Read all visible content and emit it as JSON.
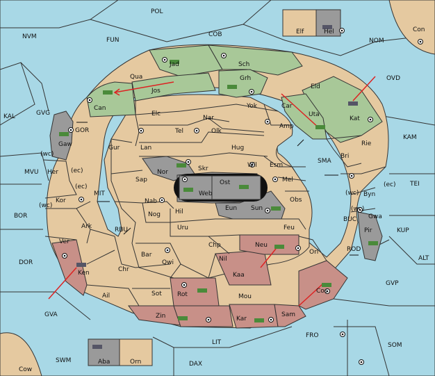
{
  "map": {
    "sea_regions": [
      "POL",
      "NVM",
      "FUN",
      "COB",
      "NOM",
      "Con",
      "OVD",
      "KAL",
      "GVG",
      "GOR",
      "MVU",
      "MIT",
      "BOR",
      "RBU",
      "DOR",
      "KAM",
      "SMA",
      "TEI",
      "BUC",
      "KUP",
      "ROD",
      "ALT",
      "GVP",
      "GVA",
      "SOM",
      "FRO",
      "LIT",
      "SWM",
      "DAX",
      "Cow"
    ],
    "land_regions": [
      "Elf",
      "Hel",
      "Jad",
      "Sch",
      "Qua",
      "Jos",
      "Grh",
      "Can",
      "Eld",
      "Car",
      "Yok",
      "Uta",
      "Elc",
      "Nar",
      "Tel",
      "Olk",
      "Amp",
      "Kat",
      "Gur",
      "Lan",
      "Hug",
      "Rie",
      "Bri",
      "Gaw",
      "Nor",
      "Skr",
      "Ost",
      "Wil",
      "Esm",
      "Her",
      "Sap",
      "Web",
      "Mel",
      "Kor",
      "Nab",
      "Eun",
      "Sun",
      "Obs",
      "Byn",
      "Ark",
      "Hil",
      "Nog",
      "Uru",
      "Feu",
      "Gwa",
      "Pir",
      "Ver",
      "Chp",
      "Neu",
      "Bar",
      "Qwi",
      "Nil",
      "Orl",
      "Ken",
      "Chr",
      "Kaa",
      "Ail",
      "Sot",
      "Rot",
      "Mou",
      "Cos",
      "Zin",
      "Kar",
      "Sam",
      "Aba",
      "Orn"
    ],
    "coast_labels": [
      "(wc)",
      "(ec)",
      "(wc)",
      "(ec)",
      "(wc)",
      "(ec)",
      "(wc)"
    ],
    "colors": {
      "sea": "#a8d8e6",
      "land": "#e5c9a0",
      "green": "#a8c898",
      "red": "#c89088",
      "grey": "#9a9a9a"
    }
  }
}
